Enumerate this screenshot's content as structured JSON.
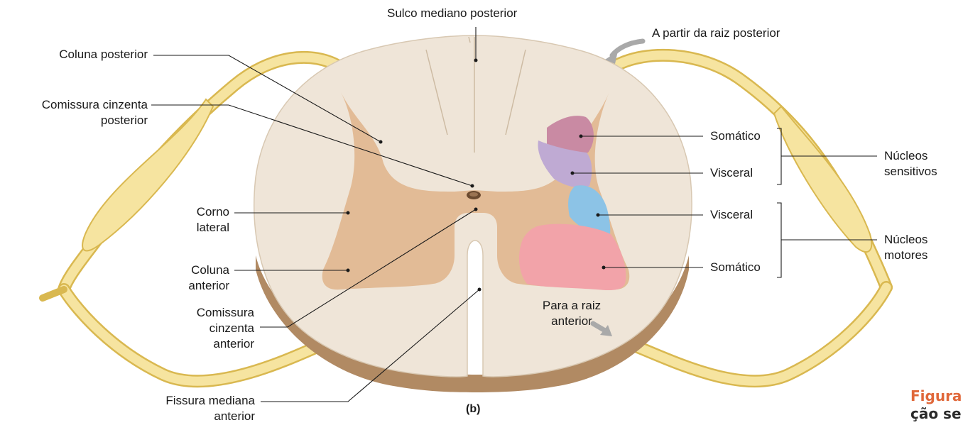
{
  "labels": {
    "sulco_mediano_posterior": "Sulco mediano posterior",
    "raiz_posterior": "A partir da raiz posterior",
    "coluna_posterior": "Coluna posterior",
    "comissura_posterior": [
      "Comissura cinzenta",
      "posterior"
    ],
    "corno_lateral": [
      "Corno",
      "lateral"
    ],
    "coluna_anterior": [
      "Coluna",
      "anterior"
    ],
    "comissura_anterior": [
      "Comissura",
      "cinzenta",
      "anterior"
    ],
    "fissura_mediana_anterior": [
      "Fissura mediana",
      "anterior"
    ],
    "raiz_anterior": [
      "Para a raiz",
      "anterior"
    ],
    "somatico_sens": "Somático",
    "visceral_sens": "Visceral",
    "visceral_mot": "Visceral",
    "somatico_mot": "Somático",
    "nucleos_sensitivos": [
      "Núcleos",
      "sensitivos"
    ],
    "nucleos_motores": [
      "Núcleos",
      "motores"
    ]
  },
  "panel_label": "(b)",
  "figure_caption": [
    "Figura",
    "ção se"
  ],
  "colors": {
    "white_matter": "#efe5d8",
    "gray_matter": "#e2bb96",
    "cut_side": "#b18a63",
    "nerve": "#f6e4a0",
    "nerve_edge": "#d9b850",
    "somatic_sensory": "#c98aa3",
    "visceral_sensory": "#bfaad3",
    "visceral_motor": "#8cc3e6",
    "somatic_motor": "#f2a3a9",
    "arrow": "#a9a9a9",
    "caption_accent": "#e0683a"
  }
}
